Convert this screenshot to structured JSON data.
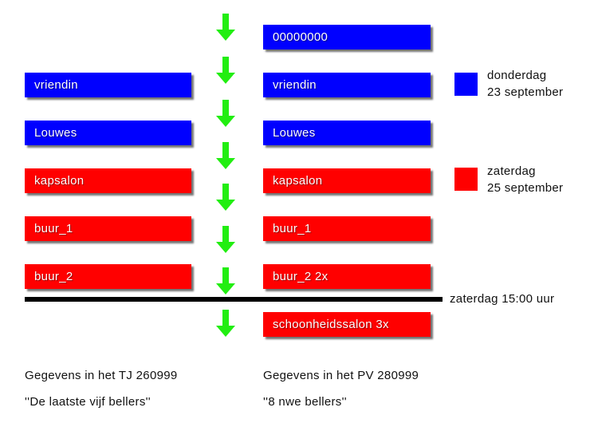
{
  "colors": {
    "blue": "#0000ff",
    "red": "#ff0000",
    "arrow_green": "#22ee11",
    "divider": "#000000"
  },
  "left_column": {
    "items": [
      {
        "label": "vriendin",
        "color": "blue"
      },
      {
        "label": "Louwes",
        "color": "blue"
      },
      {
        "label": "kapsalon",
        "color": "red"
      },
      {
        "label": "buur_1",
        "color": "red"
      },
      {
        "label": "buur_2",
        "color": "red"
      }
    ],
    "caption_line1": "Gegevens in het TJ 260999",
    "caption_line2": "''De laatste vijf bellers''"
  },
  "right_column": {
    "items": [
      {
        "label": "00000000",
        "color": "blue"
      },
      {
        "label": "vriendin",
        "color": "blue"
      },
      {
        "label": "Louwes",
        "color": "blue"
      },
      {
        "label": "kapsalon",
        "color": "red"
      },
      {
        "label": "buur_1",
        "color": "red"
      },
      {
        "label": "buur_2 2x",
        "color": "red"
      },
      {
        "label": "schoonheidssalon 3x",
        "color": "red"
      }
    ],
    "caption_line1": "Gegevens in het PV 280999",
    "caption_line2": "''8 nwe bellers''"
  },
  "legend": [
    {
      "color": "blue",
      "line1": "donderdag",
      "line2": "23 september"
    },
    {
      "color": "red",
      "line1": "zaterdag",
      "line2": "25 september"
    }
  ],
  "divider_label": "zaterdag 15:00 uur",
  "arrow_icon": "down-arrow-icon"
}
